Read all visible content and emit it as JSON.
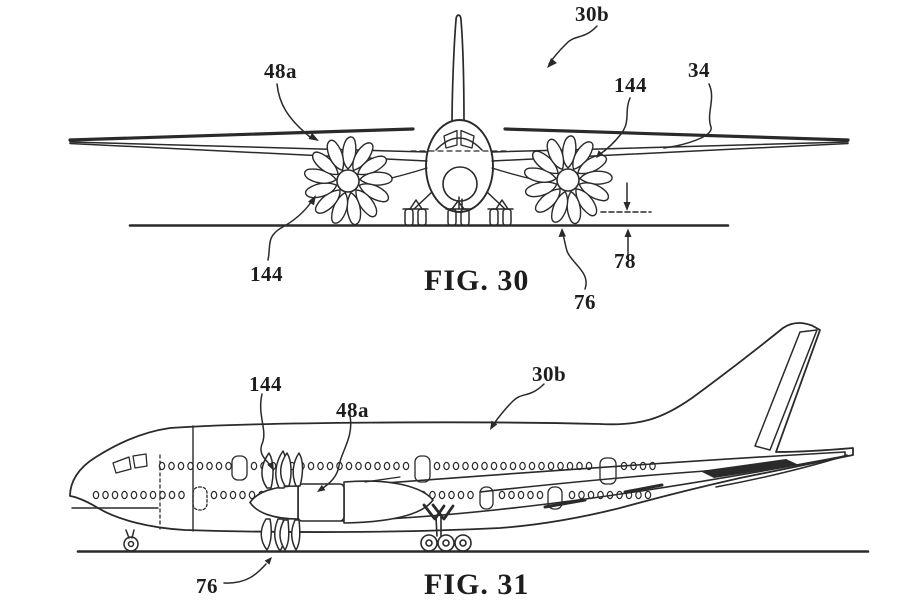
{
  "colors": {
    "ink": "#2a2a2a",
    "background": "#ffffff"
  },
  "figures": {
    "fig30": {
      "caption": "FIG. 30",
      "view": "aircraft front view with open-rotor engines",
      "labels": {
        "l30b": "30b",
        "l48a": "48a",
        "l144_left": "144",
        "l144_right": "144",
        "l34": "34",
        "l78": "78",
        "l76": "76"
      }
    },
    "fig31": {
      "caption": "FIG. 31",
      "view": "aircraft side view with open-rotor engine",
      "labels": {
        "l144": "144",
        "l48a": "48a",
        "l30b": "30b",
        "l76": "76"
      }
    }
  }
}
